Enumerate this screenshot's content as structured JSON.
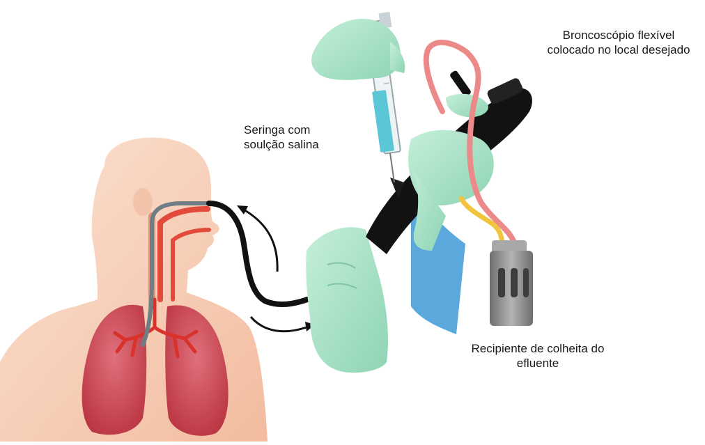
{
  "labels": {
    "bronchoscope": {
      "line1": "Broncoscópio flexível",
      "line2": "colocado no local desejado"
    },
    "syringe": {
      "line1": "Seringa com",
      "line2": "soulção salina"
    },
    "container": {
      "line1": "Recipiente de colheita do",
      "line2": "efluente"
    }
  },
  "colors": {
    "skin": "#f6c8ad",
    "lung": "#cf4c5a",
    "glove": "#a8e2c6",
    "sleeve": "#5aa8dc",
    "scope": "#141414",
    "saline": "#5bc6d6",
    "tube_red": "#ec8a8a",
    "tube_yellow": "#f0c43c",
    "container": "#8c8c8c"
  }
}
